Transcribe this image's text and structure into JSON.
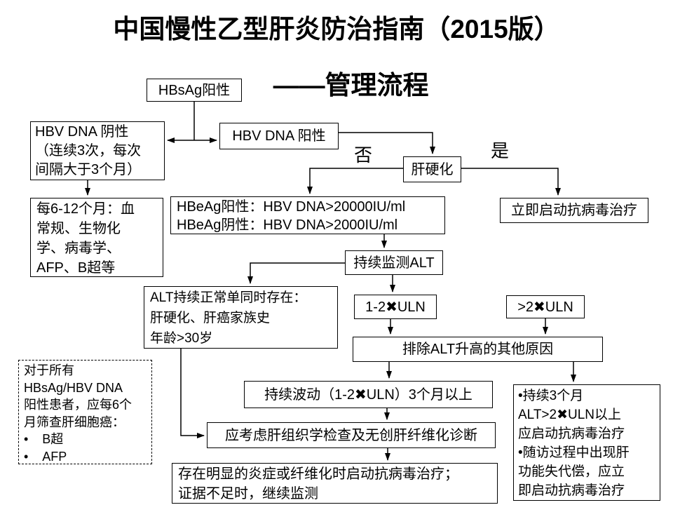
{
  "title": {
    "line1": "中国慢性乙型肝炎防治指南（2015版）",
    "line2": "——管理流程"
  },
  "labels": {
    "no": "否",
    "yes": "是"
  },
  "nodes": {
    "hbsag": {
      "text": "HBsAg阳性"
    },
    "hbv_neg": {
      "text": "HBV DNA 阴性\n（连续3次，每次\n间隔大于3个月）"
    },
    "hbv_pos": {
      "text": "HBV DNA 阳性"
    },
    "cirrhosis": {
      "text": "肝硬化"
    },
    "monitor_6_12": {
      "text": "每6-12个月：血\n常规、生物化\n学、病毒学、\nAFP、B超等"
    },
    "hbeag": {
      "text": "HBeAg阳性：HBV DNA>20000IU/ml\nHBeAg阴性：HBV DNA>2000IU/ml"
    },
    "immediate": {
      "text": "立即启动抗病毒治疗"
    },
    "monitor_alt": {
      "text": "持续监测ALT"
    },
    "alt_normal": {
      "text": "ALT持续正常单同时存在：\n肝硬化、肝癌家族史\n年龄>30岁"
    },
    "uln_1_2": {
      "text": "1-2✖ULN"
    },
    "uln_gt_2": {
      "text": ">2✖ULN"
    },
    "exclude": {
      "text": "排除ALT升高的其他原因"
    },
    "screening": {
      "text": "对于所有\nHBsAg/HBV DNA\n阳性患者，应每6个\n月筛查肝细胞癌：\n•    B超\n•    AFP"
    },
    "fluctuate": {
      "text": "持续波动（1-2✖ULN）3个月以上"
    },
    "treat_3_months": {
      "text": "•持续3个月\nALT>2✖ULN以上\n应启动抗病毒治疗\n•随访过程中出现肝\n功能失代偿，应立\n即启动抗病毒治疗"
    },
    "consider_biopsy": {
      "text": "应考虑肝组织学检查及无创肝纤维化诊断"
    },
    "final_decision": {
      "text": "存在明显的炎症或纤维化时启动抗病毒治疗；\n证据不足时，继续监测"
    }
  },
  "colors": {
    "line": "#000000",
    "box_background": "#ffffff",
    "text": "#000000"
  }
}
